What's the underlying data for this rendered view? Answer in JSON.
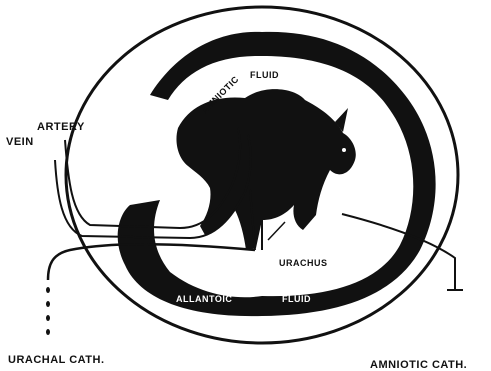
{
  "labels": {
    "amniotic": "AMNIOTIC",
    "fluid_upper": "FLUID",
    "artery": "ARTERY",
    "vein": "VEIN",
    "urachus": "URACHUS",
    "allantoic": "ALLANTOIC",
    "fluid_lower": "FLUID",
    "urachal_cath": "URACHAL CATH.",
    "amniotic_cath": "AMNIOTIC CATH."
  },
  "colors": {
    "ink": "#111111",
    "paper": "#ffffff"
  }
}
